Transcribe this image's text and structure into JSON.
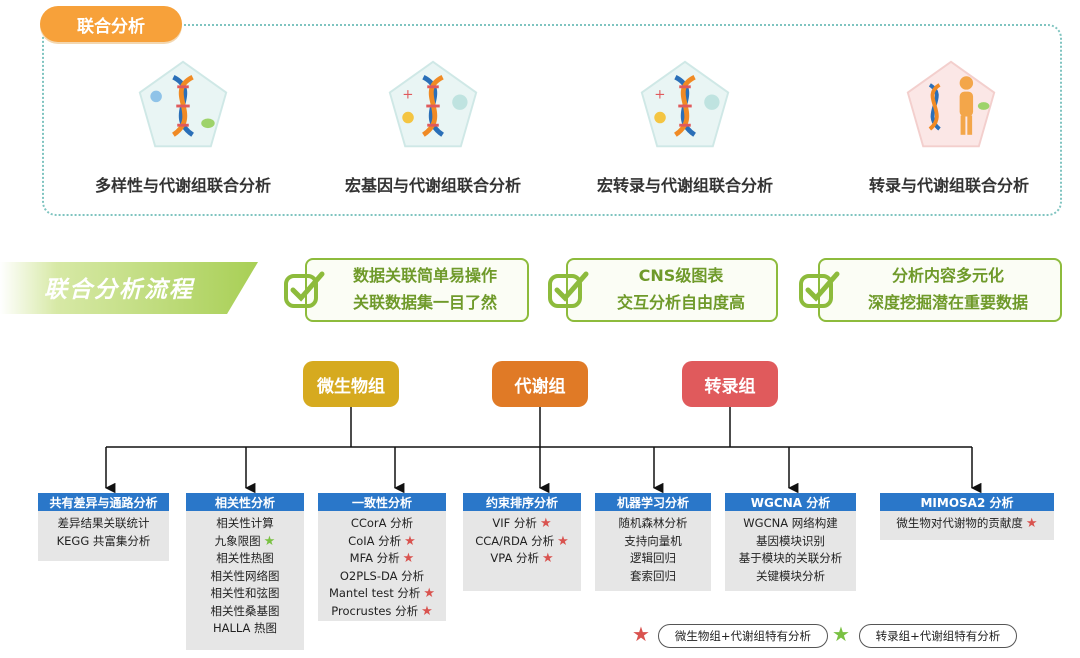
{
  "joint": {
    "badge": "联合分析",
    "cards": [
      {
        "label": "多样性与代谢组联合分析",
        "icon": "dna-microbe-icon"
      },
      {
        "label": "宏基因与代谢组联合分析",
        "icon": "dna-gene-icon"
      },
      {
        "label": "宏转录与代谢组联合分析",
        "icon": "dna-transcript-icon"
      },
      {
        "label": "转录与代谢组联合分析",
        "icon": "dna-human-icon"
      }
    ]
  },
  "flow": {
    "banner": "联合分析流程",
    "features": [
      {
        "line1": "数据关联简单易操作",
        "line2": "关联数据集一目了然"
      },
      {
        "line1": "CNS级图表",
        "line2": "交互分析自由度高"
      },
      {
        "line1": "分析内容多元化",
        "line2": "深度挖掘潜在重要数据"
      }
    ]
  },
  "omics": [
    {
      "label": "微生物组",
      "color": "#d6aa1f"
    },
    {
      "label": "代谢组",
      "color": "#e07a26"
    },
    {
      "label": "转录组",
      "color": "#e05a5c"
    }
  ],
  "boxes": [
    {
      "title": "共有差异与通路分析",
      "items": [
        {
          "text": "差异结果关联统计",
          "star": ""
        },
        {
          "text": "KEGG 共富集分析",
          "star": ""
        }
      ]
    },
    {
      "title": "相关性分析",
      "items": [
        {
          "text": "相关性计算",
          "star": ""
        },
        {
          "text": "九象限图",
          "star": "green"
        },
        {
          "text": "相关性热图",
          "star": ""
        },
        {
          "text": "相关性网络图",
          "star": ""
        },
        {
          "text": "相关性和弦图",
          "star": ""
        },
        {
          "text": "相关性桑基图",
          "star": ""
        },
        {
          "text": "HALLA 热图",
          "star": ""
        }
      ]
    },
    {
      "title": "一致性分析",
      "items": [
        {
          "text": "CCorA 分析",
          "star": ""
        },
        {
          "text": "CoIA 分析",
          "star": "red"
        },
        {
          "text": "MFA 分析",
          "star": "red"
        },
        {
          "text": "O2PLS-DA 分析",
          "star": ""
        },
        {
          "text": "Mantel test 分析",
          "star": "red"
        },
        {
          "text": "Procrustes 分析",
          "star": "red"
        }
      ]
    },
    {
      "title": "约束排序分析",
      "items": [
        {
          "text": "VIF 分析",
          "star": "red"
        },
        {
          "text": "CCA/RDA 分析",
          "star": "red"
        },
        {
          "text": "VPA 分析",
          "star": "red"
        }
      ]
    },
    {
      "title": "机器学习分析",
      "items": [
        {
          "text": "随机森林分析",
          "star": ""
        },
        {
          "text": "支持向量机",
          "star": ""
        },
        {
          "text": "逻辑回归",
          "star": ""
        },
        {
          "text": "套索回归",
          "star": ""
        }
      ]
    },
    {
      "title": "WGCNA 分析",
      "items": [
        {
          "text": "WGCNA 网络构建",
          "star": ""
        },
        {
          "text": "基因模块识别",
          "star": ""
        },
        {
          "text": "基于模块的关联分析",
          "star": ""
        },
        {
          "text": "关键模块分析",
          "star": ""
        }
      ]
    },
    {
      "title": "MIMOSA2 分析",
      "items": [
        {
          "text": "微生物对代谢物的贡献度",
          "star": "red"
        }
      ]
    }
  ],
  "legend": {
    "red": "微生物组+代谢组特有分析",
    "green": "转录组+代谢组特有分析"
  },
  "colors": {
    "accent_orange": "#f7a13a",
    "accent_green": "#8dbb3c",
    "box_header": "#2a77c9",
    "star_red": "#d9534f",
    "star_green": "#7ac143"
  }
}
